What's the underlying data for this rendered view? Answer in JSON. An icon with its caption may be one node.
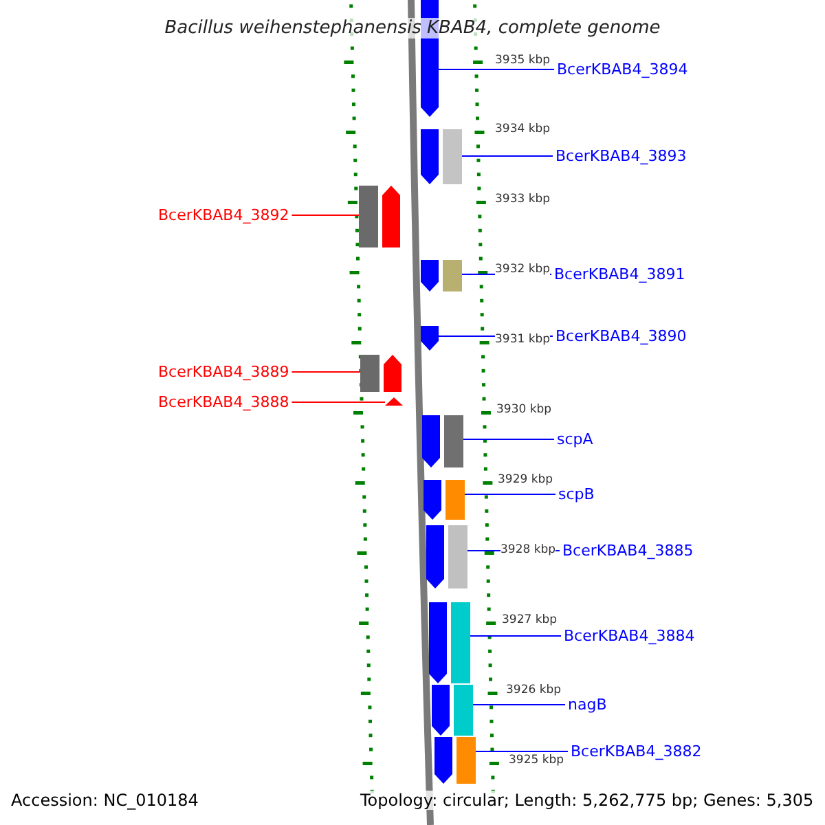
{
  "diagram": {
    "title": "Bacillus weihenstephanensis KBAB4, complete genome",
    "nodes": [
      {
        "text": [
          "BcerKBAB4_3894"
        ]
      },
      {
        "text": [],
        "shape": "arrow"
      },
      {
        "text": [
          "BcerKBAB4_3893"
        ]
      },
      {
        "text": [],
        "shape": "arrow"
      },
      {
        "text": [
          "BcerKBAB4_3892"
        ]
      },
      {
        "text": [],
        "shape": "arrow"
      },
      {
        "text": [
          "BcerKBAB4_3891"
        ]
      },
      {
        "text": [],
        "shape": "arrow"
      },
      {
        "text": [
          "BcerKBAB4_3890"
        ]
      },
      {
        "text": [],
        "shape": "arrow"
      },
      {
        "text": [
          "BcerKBAB4_3889"
        ]
      },
      {
        "text": [],
        "shape": "arrow"
      },
      {
        "text": [
          "BcerKBAB4_3888"
        ]
      },
      {
        "text": [],
        "shape": "arrow"
      },
      {
        "text": [
          "scpA"
        ]
      },
      {
        "text": [],
        "shape": "arrow"
      },
      {
        "text": [
          "scpB"
        ]
      },
      {
        "text": [],
        "shape": "arrow"
      },
      {
        "text": [
          "BcerKBAB4_3885"
        ]
      },
      {
        "text": [],
        "shape": "arrow"
      },
      {
        "text": [
          "BcerKBAB4_3884"
        ]
      },
      {
        "text": [],
        "shape": "arrow"
      },
      {
        "text": [
          "nagB"
        ]
      },
      {
        "text": [],
        "shape": "arrow"
      },
      {
        "text": [
          "BcerKBAB4_3882"
        ]
      },
      {
        "text": [],
        "shape": "arrow"
      }
    ],
    "edges": [
      {
        "from": 0,
        "to": 1,
        "arrow": "none"
      },
      {
        "from": 2,
        "to": 3,
        "arrow": "none"
      },
      {
        "from": 4,
        "to": 5,
        "arrow": "none",
        "color": "#ff0000"
      },
      {
        "from": 6,
        "to": 7,
        "arrow": "none"
      },
      {
        "from": 8,
        "to": 9,
        "arrow": "none"
      },
      {
        "from": 10,
        "to": 11,
        "arrow": "none",
        "color": "#ff0000"
      },
      {
        "from": 12,
        "to": 13,
        "arrow": "none",
        "color": "#ff0000"
      },
      {
        "from": 14,
        "to": 15,
        "arrow": "none"
      },
      {
        "from": 16,
        "to": 17,
        "arrow": "none"
      },
      {
        "from": 18,
        "to": 19,
        "arrow": "none"
      },
      {
        "from": 20,
        "to": 21,
        "arrow": "none"
      },
      {
        "from": 22,
        "to": 23,
        "arrow": "none"
      },
      {
        "from": 24,
        "to": 25,
        "arrow": "none"
      }
    ],
    "labels": [
      "3935 kbp",
      "3934 kbp",
      "3933 kbp",
      "3932 kbp",
      "3931 kbp",
      "3930 kbp",
      "3929 kbp",
      "3928 kbp",
      "3927 kbp",
      "3926 kbp",
      "3925 kbp",
      "Accession: NC_010184",
      "Topology: circular; Length: 5,262,775 bp; Genes: 5,305"
    ]
  }
}
